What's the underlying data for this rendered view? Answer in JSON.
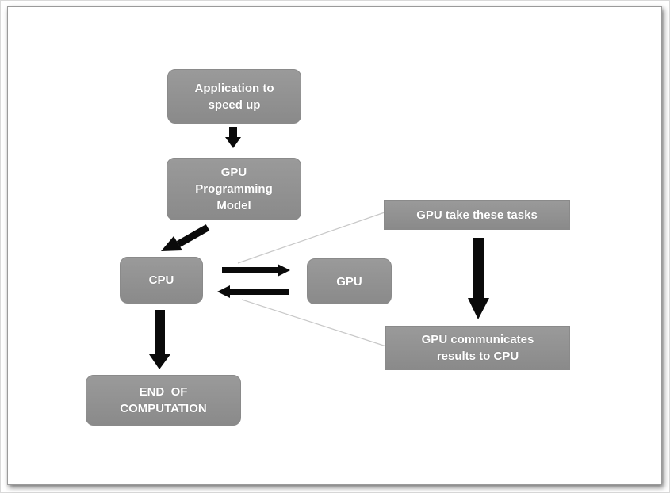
{
  "nodes": {
    "application": "Application to speed up",
    "application_line1": "Application to",
    "application_line2": "speed up",
    "gpu_model_line1": "GPU",
    "gpu_model_line2": "Programming",
    "gpu_model_line3": "Model",
    "cpu": "CPU",
    "gpu": "GPU",
    "gpu_tasks": "GPU take these tasks",
    "gpu_comm_line1": "GPU communicates",
    "gpu_comm_line2": "results to CPU",
    "end_line1": "END  OF",
    "end_line2": "COMPUTATION"
  },
  "colors": {
    "node_fill": "#939393",
    "node_text": "#ffffff",
    "arrow": "#0a0a0a",
    "connector": "#c8c8c8"
  }
}
